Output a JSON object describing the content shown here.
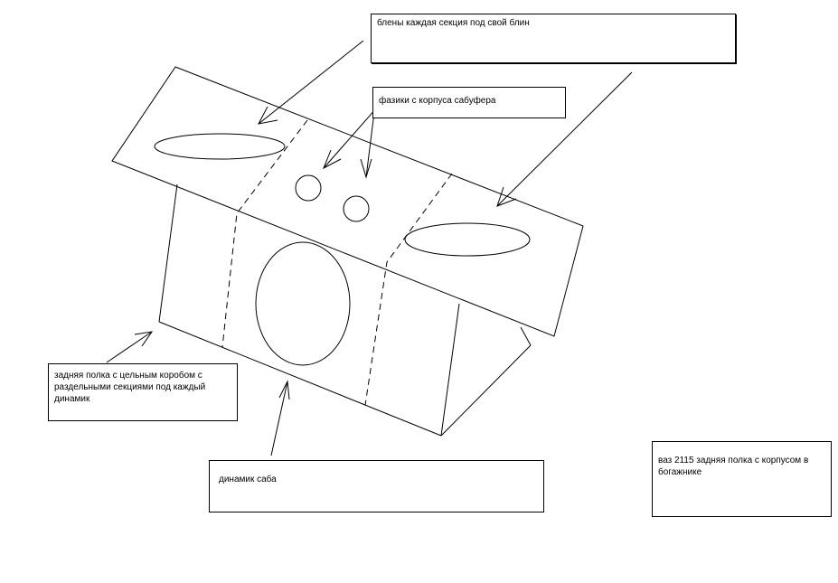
{
  "labels": {
    "pancakes": "блены  каждая секция  под свой блин",
    "phase_ports": "фазики с корпуса сабуфера",
    "rear_shelf": "задняя полка с цельным коробом с раздельными секциями под каждый динамик",
    "sub_speaker": "динамик саба",
    "vaz": "ваз 2115  задняя полка с корпусом в богажнике"
  }
}
